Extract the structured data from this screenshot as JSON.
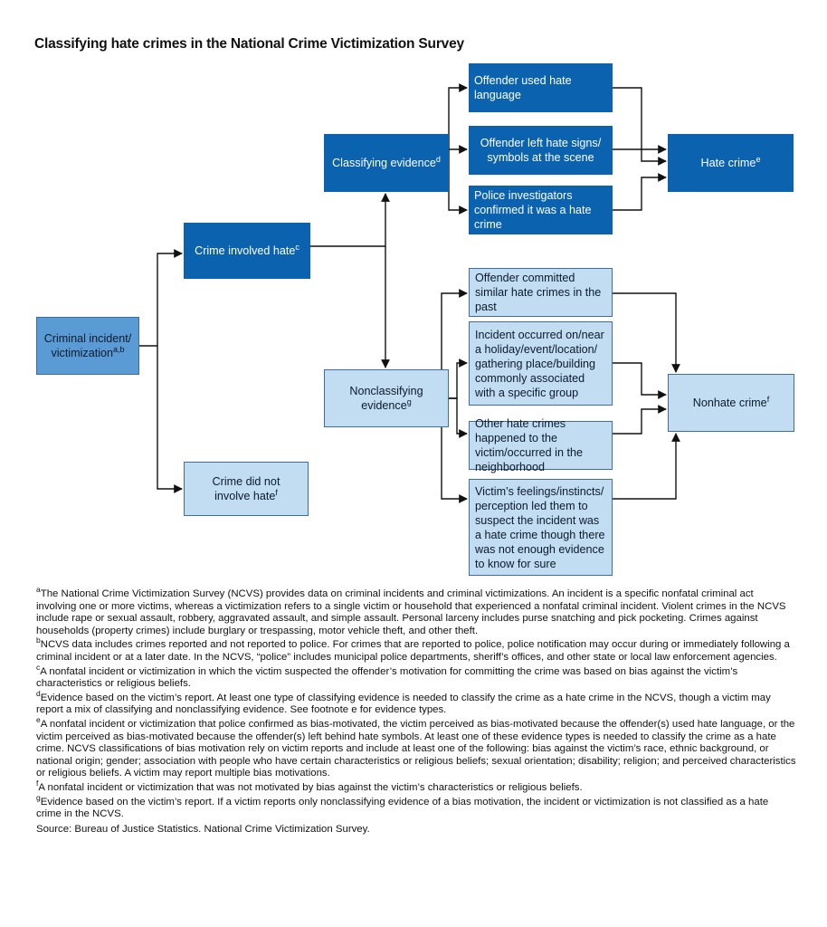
{
  "title": "Classifying hate crimes in the National Crime Victimization Survey",
  "colors": {
    "dark_blue": "#0b63b0",
    "mid_blue": "#5b9bd5",
    "light_blue": "#c2ddf2",
    "arrow": "#111111"
  },
  "nodes": {
    "criminal_incident": {
      "text": "Criminal incident/ victimization",
      "sup": "a,b"
    },
    "crime_involved_hate": {
      "text": "Crime involved hate",
      "sup": "c"
    },
    "crime_not_hate": {
      "text": "Crime did not involve hate",
      "sup": "f"
    },
    "classifying_evidence": {
      "text": "Classifying evidence",
      "sup": "d"
    },
    "nonclassifying_evidence": {
      "text": "Nonclassifying evidence",
      "sup": "g"
    },
    "hate_language": {
      "text": "Offender used hate language"
    },
    "hate_signs": {
      "text": "Offender left hate signs/ symbols at the scene"
    },
    "police_confirmed": {
      "text": "Police investigators confirmed it was a hate crime"
    },
    "hate_crime": {
      "text": "Hate crime",
      "sup": "e"
    },
    "similar_past": {
      "text": "Offender committed similar hate crimes in the past"
    },
    "holiday_event": {
      "text": "Incident occurred on/near a holiday/event/location/ gathering place/building commonly associated with a specific group"
    },
    "other_hate_crimes": {
      "text": "Other hate crimes happened to the victim/occurred in the neighborhood"
    },
    "victim_feelings": {
      "text": "Victim’s feelings/instincts/ perception led them to suspect the incident was a hate crime though there was not enough evidence to know for sure"
    },
    "nonhate_crime": {
      "text": "Nonhate crime",
      "sup": "f"
    }
  },
  "footnotes": [
    {
      "mark": "a",
      "text": "The National Crime Victimization Survey (NCVS) provides data on criminal incidents and criminal victimizations. An incident is a specific nonfatal criminal act involving one or more victims, whereas a victimization refers to a single victim or household that experienced a nonfatal criminal incident. Violent crimes in the NCVS include rape or sexual assault, robbery, aggravated assault, and simple assault. Personal larceny includes purse snatching and pick pocketing. Crimes against households (property crimes) include burglary or trespassing, motor vehicle theft, and other theft."
    },
    {
      "mark": "b",
      "text": "NCVS data includes crimes reported and not reported to police. For crimes that are reported to police, police notification may occur during or immediately following a criminal incident or at a later date. In the NCVS, “police” includes municipal police departments, sheriff’s offices, and other state or local law enforcement agencies."
    },
    {
      "mark": "c",
      "text": "A nonfatal incident or victimization in which the victim suspected the offender’s motivation for committing the crime was based on bias against the victim’s characteristics or religious beliefs."
    },
    {
      "mark": "d",
      "text": "Evidence based on the victim’s report. At least one type of classifying evidence is needed to classify the crime as a hate crime in the NCVS, though a victim may report a mix of classifying and nonclassifying evidence. See footnote e for evidence types."
    },
    {
      "mark": "e",
      "text": "A nonfatal incident or victimization that police confirmed as bias-motivated, the victim perceived as bias-motivated because the offender(s) used hate language, or the victim perceived as bias-motivated because the offender(s) left behind hate symbols. At least one of these evidence types is needed to classify the crime as a hate crime. NCVS classifications of bias motivation rely on victim reports and include at least one of the following: bias against the victim’s race, ethnic background, or national origin; gender; association with people who have certain characteristics or religious beliefs; sexual orientation; disability; religion; and perceived characteristics or religious beliefs. A victim may report multiple bias motivations."
    },
    {
      "mark": "f",
      "text": "A nonfatal incident or victimization that was not motivated by bias against the victim’s characteristics or religious beliefs."
    },
    {
      "mark": "g",
      "text": "Evidence based on the victim’s report. If a victim reports only nonclassifying evidence of a bias motivation, the incident or victimization is not classified as a hate crime in the NCVS."
    }
  ],
  "source": "Source: Bureau of Justice Statistics. National Crime Victimization Survey."
}
